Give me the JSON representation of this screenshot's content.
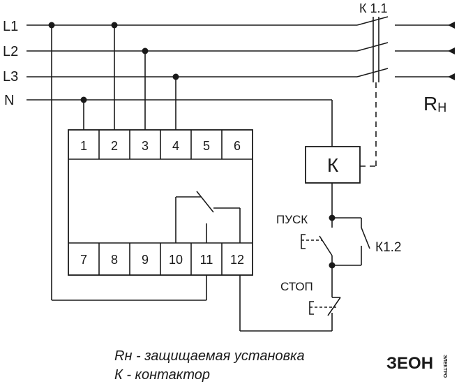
{
  "lines": {
    "l1": "L1",
    "l2": "L2",
    "l3": "L3",
    "n": "N"
  },
  "contactor_main": "К 1.1",
  "load": {
    "symbol": "R",
    "subscript": "Н"
  },
  "relay": {
    "top_terminals": [
      "1",
      "2",
      "3",
      "4",
      "5",
      "6"
    ],
    "bottom_terminals": [
      "7",
      "8",
      "9",
      "10",
      "11",
      "12"
    ]
  },
  "coil": "К",
  "start_button": "ПУСК",
  "stop_button": "СТОП",
  "aux_contact": "К1.2",
  "legend": {
    "line1": "Rн - защищаемая установка",
    "line2": "К - контактор"
  },
  "logo": {
    "brand": "ЗЕОН",
    "suffix": "ЭЛЕКТРО"
  }
}
